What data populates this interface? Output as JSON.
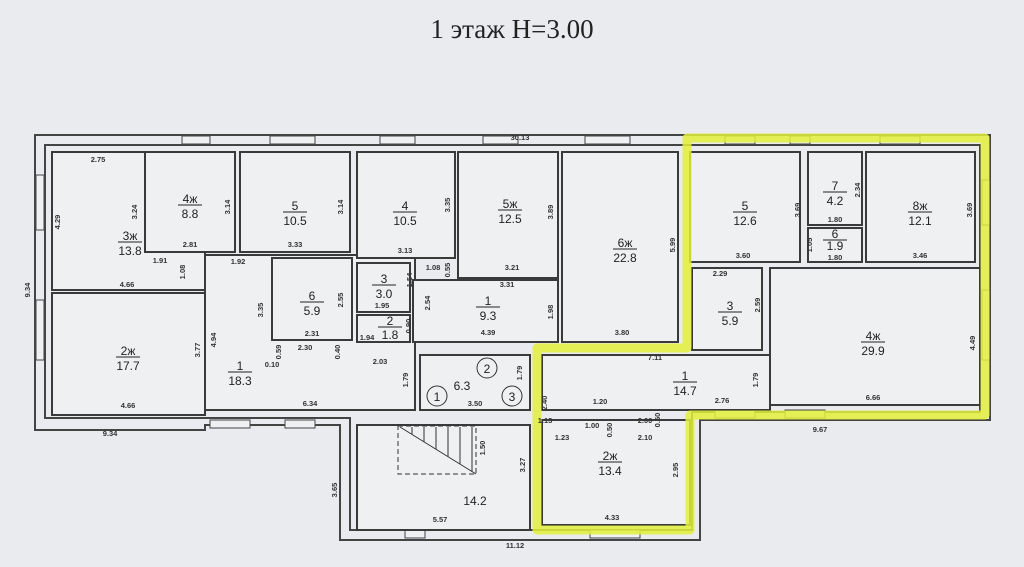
{
  "title": "1 этаж  H=3.00",
  "highlight_color": "#e2f03a",
  "rooms": [
    {
      "label": "3ж",
      "area": "13.8"
    },
    {
      "label": "4ж",
      "area": "8.8"
    },
    {
      "label": "5",
      "area": "10.5"
    },
    {
      "label": "2ж",
      "area": "17.7"
    },
    {
      "label": "1",
      "area": "18.3"
    },
    {
      "label": "6",
      "area": "5.9"
    },
    {
      "label": "4",
      "area": "10.5"
    },
    {
      "label": "3",
      "area": "3.0"
    },
    {
      "label": "2",
      "area": "1.8"
    },
    {
      "label": "5ж",
      "area": "12.5"
    },
    {
      "label": "1",
      "area": "9.3"
    },
    {
      "label": "6ж",
      "area": "22.8"
    },
    {
      "label": "",
      "area": "6.3"
    },
    {
      "label": "",
      "area": "14.2"
    },
    {
      "label": "5",
      "area": "12.6"
    },
    {
      "label": "7",
      "area": "4.2"
    },
    {
      "label": "6",
      "area": "1.9"
    },
    {
      "label": "8ж",
      "area": "12.1"
    },
    {
      "label": "3",
      "area": "5.9"
    },
    {
      "label": "4ж",
      "area": "29.9"
    },
    {
      "label": "1",
      "area": "14.7"
    },
    {
      "label": "2ж",
      "area": "13.4"
    }
  ],
  "markers": [
    "1",
    "2",
    "3"
  ],
  "dimensions": [
    "30.13",
    "2.75",
    "3.24",
    "4.29",
    "3.14",
    "2.81",
    "3.14",
    "3.33",
    "1.91",
    "1.92",
    "1.08",
    "4.66",
    "3.35",
    "2.55",
    "2.31",
    "4.94",
    "3.77",
    "0.59",
    "2.30",
    "0.40",
    "0.10",
    "2.03",
    "1.79",
    "6.34",
    "4.66",
    "9.34",
    "9.34",
    "3.13",
    "3.35",
    "3.89",
    "1.08",
    "0.55",
    "3.21",
    "3.31",
    "1.54",
    "1.95",
    "2.54",
    "1.94",
    "0.90",
    "1.98",
    "4.39",
    "3.80",
    "5.99",
    "1.79",
    "3.50",
    "2.40",
    "1.50",
    "3.27",
    "3.65",
    "5.57",
    "11.12",
    "7.11",
    "1.13",
    "1.20",
    "1.00",
    "0.50",
    "2.00",
    "0.50",
    "1.23",
    "2.10",
    "2.95",
    "4.33",
    "3.69",
    "3.60",
    "2.34",
    "1.80",
    "1.05",
    "1.80",
    "3.69",
    "3.46",
    "2.29",
    "2.59",
    "1.79",
    "2.76",
    "6.66",
    "4.49",
    "9.67"
  ]
}
